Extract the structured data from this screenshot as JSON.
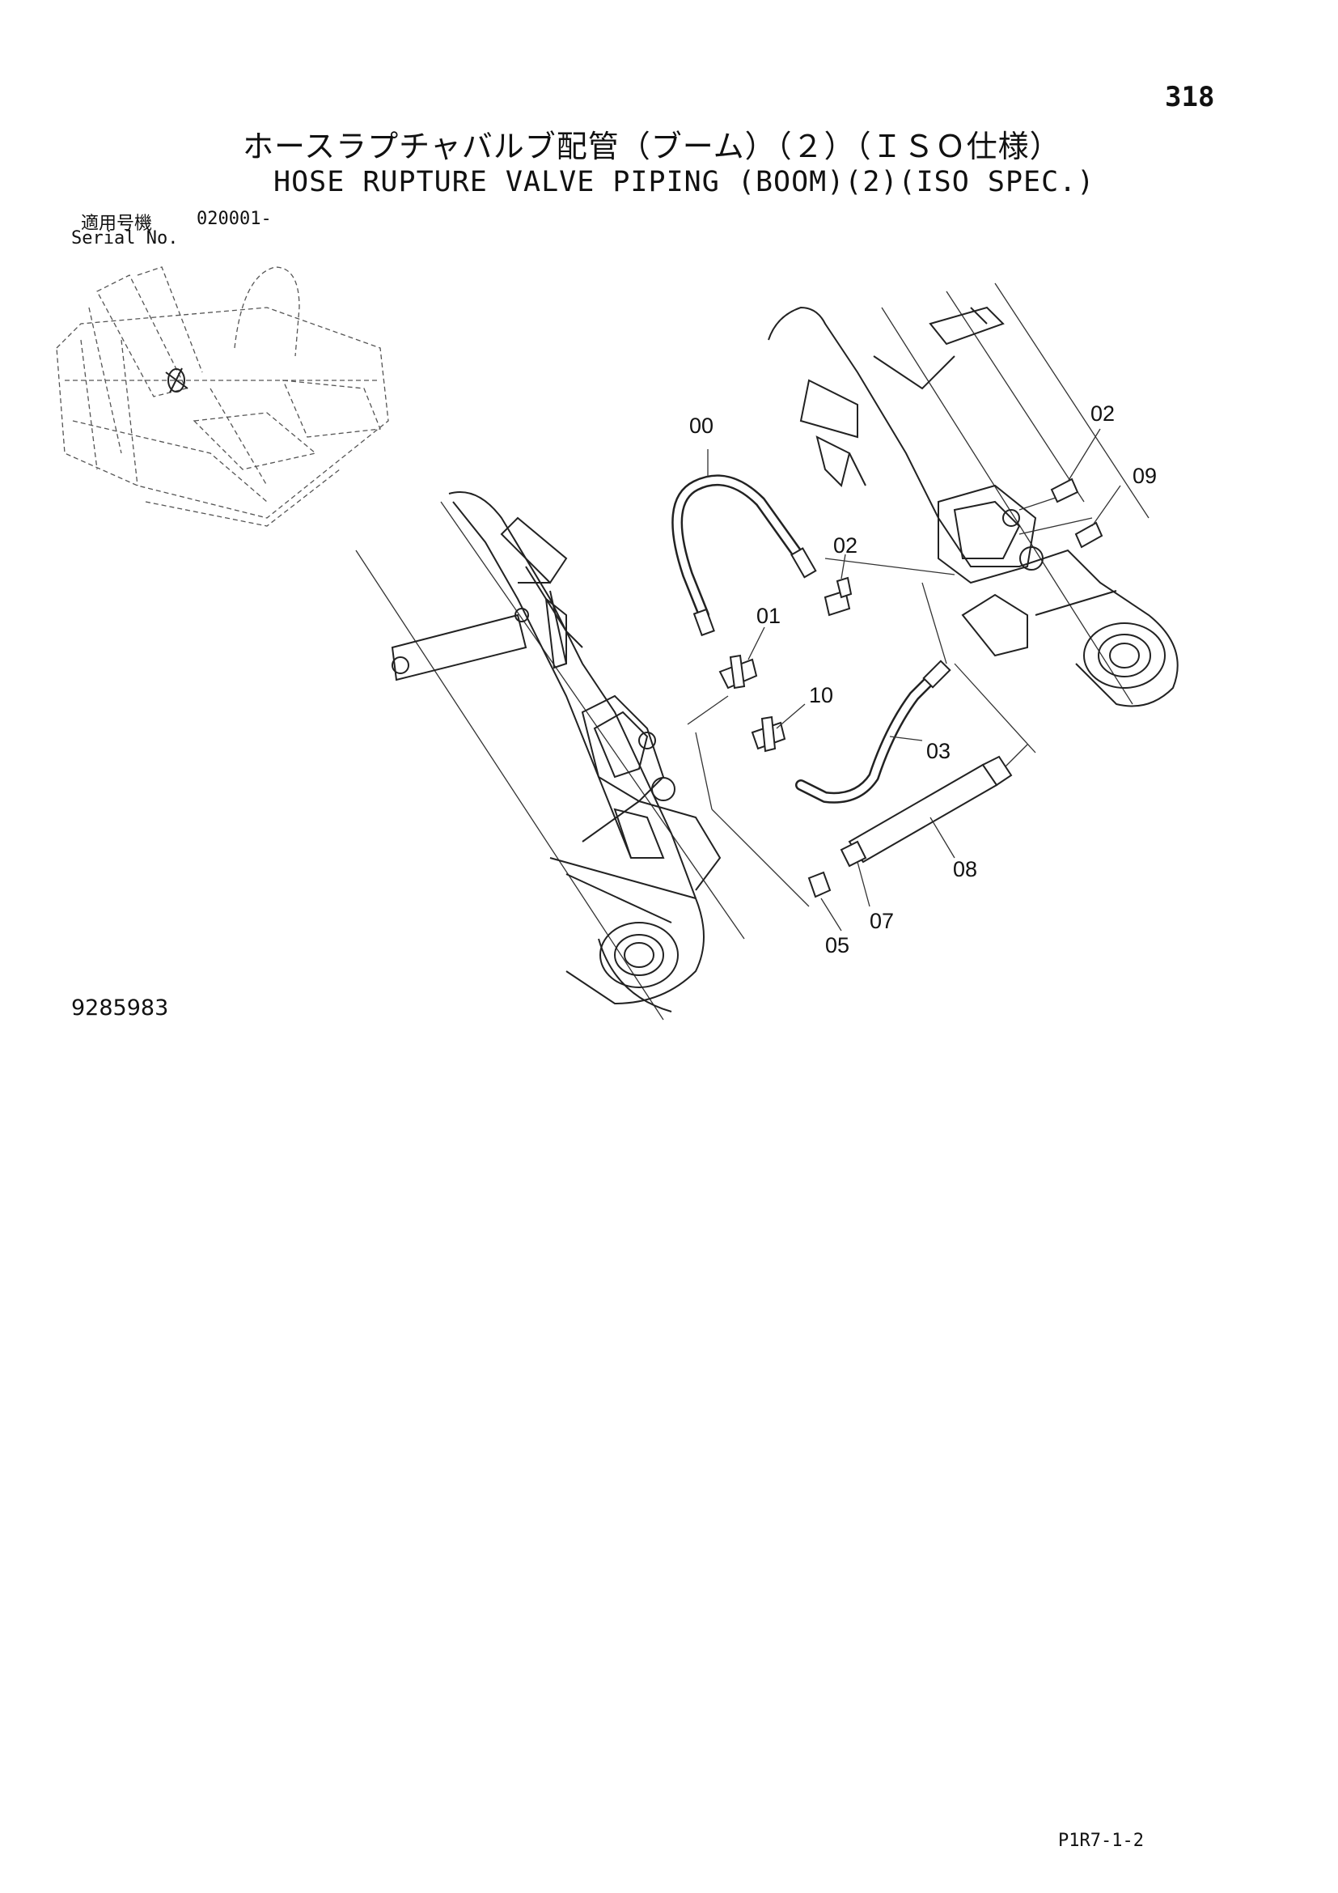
{
  "header": {
    "page_number": "318",
    "title_jp": "ホースラプチャバルブ配管（ブーム）（２）（ＩＳＯ仕様）",
    "title_en": "HOSE RUPTURE VALVE PIPING (BOOM)(2)(ISO SPEC.)"
  },
  "serial": {
    "label_jp": "適用号機",
    "value": "020001-",
    "label_en": "Serial No."
  },
  "callouts": [
    "00",
    "01",
    "02",
    "02",
    "03",
    "05",
    "07",
    "08",
    "09",
    "10"
  ],
  "footer": {
    "drawing_number": "9285983",
    "page_code": "P1R7-1-2"
  }
}
